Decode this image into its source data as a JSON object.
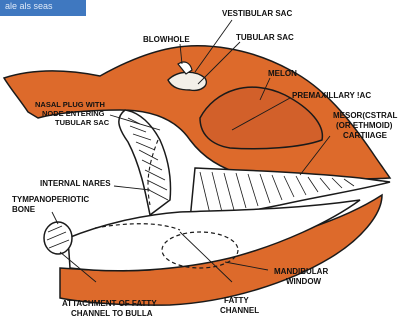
{
  "banner": {
    "text": "ale     als     seas",
    "color": "#3f78c0"
  },
  "colors": {
    "tissue": "#dd6a2b",
    "outline": "#1a1a1a",
    "background": "#ffffff"
  },
  "labels": {
    "vestibular_sac": "VESTIBULAR SAC",
    "blowhole": "BLOWHOLE",
    "tubular_sac": "TUBULAR SAC",
    "melon": "MELON",
    "nasal_plug_1": "NASAL PLUG WITH",
    "nasal_plug_2": "NODE ENTERING",
    "nasal_plug_3": "TUBULAR SAC",
    "premaxillary": "PREMAXILLARY !AC",
    "mesorostral_1": "MESOR(CSTRAL",
    "mesorostral_2": "(OR ETHMOID)",
    "mesorostral_3": "CARTIIAGE",
    "internal_nares": "INTERNAL NARES",
    "tympano_1": "TYMPANOPERIOTIC",
    "tympano_2": "BONE",
    "mandibular_1": "MANDIBULAR",
    "mandibular_2": "WINDOW",
    "fatty_1": "FATTY",
    "fatty_2": "CHANNEL",
    "attachment_1": "ATTACHMENT OF FATTY",
    "attachment_2": "CHANNEL TO BULLA"
  }
}
